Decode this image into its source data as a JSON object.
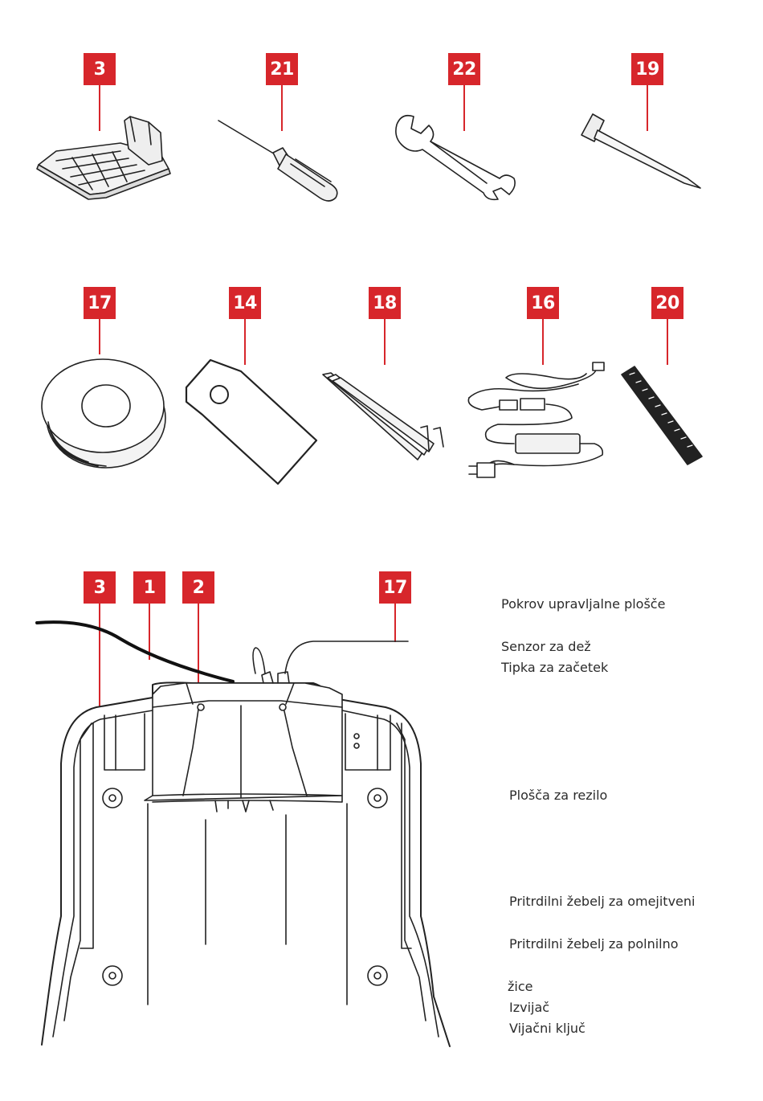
{
  "badges": {
    "row1": [
      "3",
      "21",
      "22",
      "19"
    ],
    "row2": [
      "17",
      "14",
      "18",
      "16",
      "20"
    ],
    "row3": [
      "3",
      "1",
      "2",
      "17"
    ]
  },
  "labels": [
    "Pokrov upravljalne plošče",
    "Senzor za dež",
    "Tipka za začetek",
    "Plošča za rezilo",
    "Pritrdilni žebelj za omejitveni",
    "Pritrdilni žebelj za polnilno",
    "žice",
    "Izvijač",
    "Vijačni ključ"
  ],
  "colors": {
    "accent": "#d7262b",
    "ink": "#222222"
  }
}
